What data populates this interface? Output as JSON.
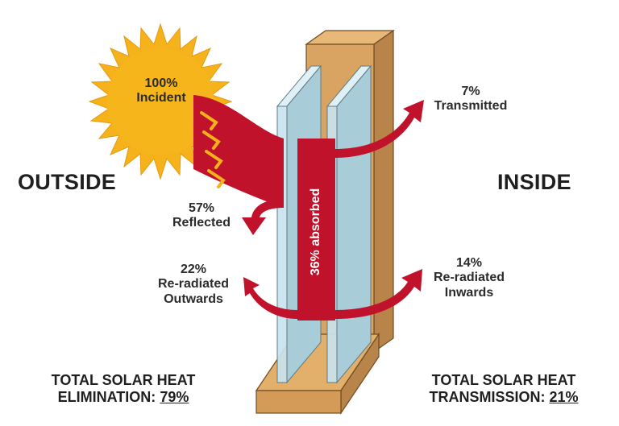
{
  "labels": {
    "outside": "OUTSIDE",
    "inside": "INSIDE",
    "incident_pct": "100%",
    "incident_name": "Incident",
    "transmitted_pct": "7%",
    "transmitted_name": "Transmitted",
    "reflected_pct": "57%",
    "reflected_name": "Reflected",
    "absorbed": "36% absorbed",
    "reradiated_out_pct": "22%",
    "reradiated_out_line1": "Re-radiated",
    "reradiated_out_line2": "Outwards",
    "reradiated_in_pct": "14%",
    "reradiated_in_line1": "Re-radiated",
    "reradiated_in_line2": "Inwards"
  },
  "totals": {
    "elimination_line1": "TOTAL SOLAR HEAT",
    "elimination_line2": "ELIMINATION:",
    "elimination_value": "79%",
    "transmission_line1": "TOTAL SOLAR HEAT",
    "transmission_line2": "TRANSMISSION:",
    "transmission_value": "21%"
  },
  "colors": {
    "arrow_red": "#c0122a",
    "sun_yellow": "#f6b21a",
    "frame_wood": "#d9a461",
    "glass": "#c9e3ee"
  }
}
